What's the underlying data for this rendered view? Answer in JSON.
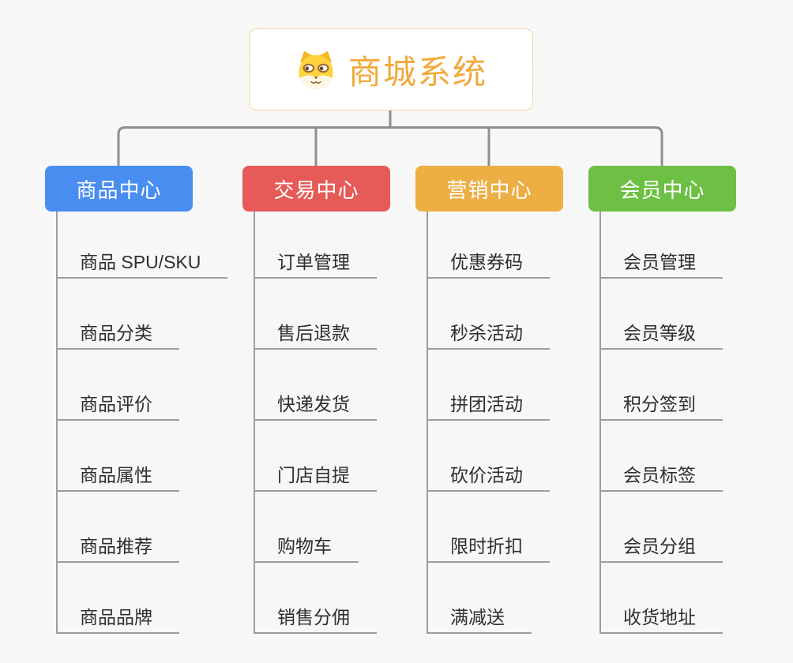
{
  "root": {
    "label": "商城系统",
    "icon": "dog-face",
    "accent_color": "#F2A93C",
    "border_color": "#F0A94B"
  },
  "branches": [
    {
      "label": "商品中心",
      "color": "#4A8DF0",
      "items": [
        "商品 SPU/SKU",
        "商品分类",
        "商品评价",
        "商品属性",
        "商品推荐",
        "商品品牌"
      ]
    },
    {
      "label": "交易中心",
      "color": "#E65B58",
      "items": [
        "订单管理",
        "售后退款",
        "快递发货",
        "门店自提",
        "购物车",
        "销售分佣"
      ]
    },
    {
      "label": "营销中心",
      "color": "#EDAE43",
      "items": [
        "优惠券码",
        "秒杀活动",
        "拼团活动",
        "砍价活动",
        "限时折扣",
        "满减送"
      ]
    },
    {
      "label": "会员中心",
      "color": "#6DC044",
      "items": [
        "会员管理",
        "会员等级",
        "积分签到",
        "会员标签",
        "会员分组",
        "收货地址"
      ]
    }
  ],
  "connector_color": "#8F8F8F",
  "line_color": "#9D9D9D"
}
